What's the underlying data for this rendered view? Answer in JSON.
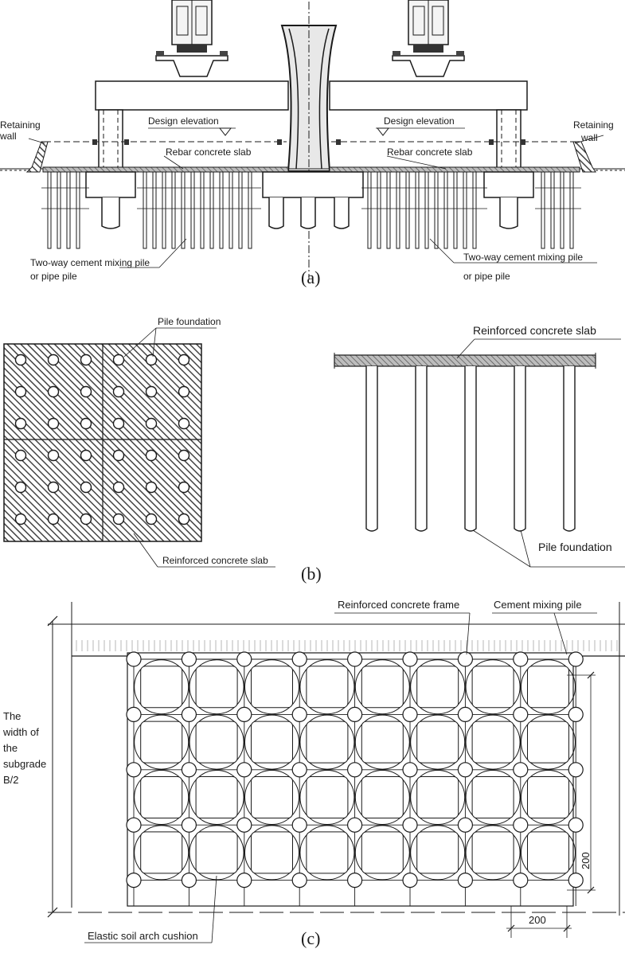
{
  "panel_a": {
    "caption": "(a)",
    "design_elevation_left": "Design elevation",
    "design_elevation_right": "Design elevation",
    "rebar_slab_left": "Rebar concrete slab",
    "rebar_slab_right": "Rebar concrete slab",
    "retaining_wall_left_1": "Retaining",
    "retaining_wall_left_2": "wall",
    "retaining_wall_right_1": "Retaining",
    "retaining_wall_right_2": "wall",
    "pile_left_1": "Two-way cement mixing pile",
    "pile_left_2": "or pipe pile",
    "pile_right_1": "Two-way cement mixing pile",
    "pile_right_2": "or pipe pile"
  },
  "panel_b": {
    "caption": "(b)",
    "pile_foundation_top": "Pile foundation",
    "slab_bottom": "Reinforced concrete slab",
    "slab_right": "Reinforced concrete slab",
    "pile_foundation_right": "Pile foundation"
  },
  "panel_c": {
    "caption": "(c)",
    "frame_label": "Reinforced concrete frame",
    "cement_pile_label": "Cement mixing pile",
    "width_1": "The",
    "width_2": "width of",
    "width_3": "the",
    "width_4": "subgrade",
    "width_5": "B/2",
    "cushion_label": "Elastic soil arch cushion",
    "dim_vertical": "200",
    "dim_horizontal": "200"
  },
  "colors": {
    "line": "#1a1a1a",
    "hatch": "#555555",
    "fill_gray": "#d8d8d8"
  }
}
